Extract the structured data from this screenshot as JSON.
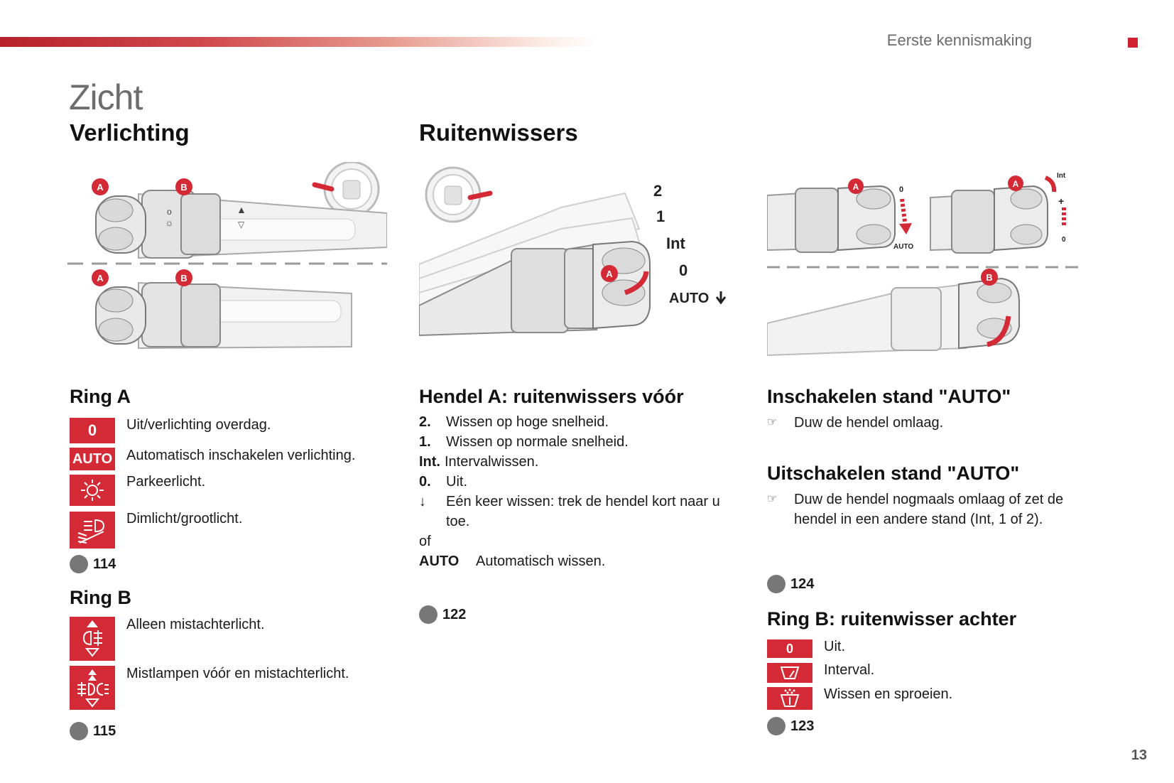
{
  "header": {
    "chapter": "Eerste kennismaking",
    "page_number": "13"
  },
  "page_title": "Zicht",
  "col1": {
    "heading": "Verlichting",
    "ring_a": {
      "title": "Ring A",
      "items": [
        {
          "badge": "0",
          "text": "Uit/verlichting overdag."
        },
        {
          "badge": "AUTO",
          "text": "Automatisch inschakelen verlichting."
        },
        {
          "icon": "parking-light-icon",
          "text": "Parkeerlicht."
        },
        {
          "icon": "dipped-main-beam-icon",
          "text": "Dimlicht/grootlicht."
        }
      ],
      "ref": "114"
    },
    "ring_b": {
      "title": "Ring B",
      "items": [
        {
          "icon": "rear-fog-light-icon",
          "text": "Alleen mistachterlicht."
        },
        {
          "icon": "front-rear-fog-light-icon",
          "text": "Mistlampen vóór en mistachterlicht."
        }
      ],
      "ref": "115"
    },
    "illus_labels": {
      "a": "A",
      "b": "B"
    }
  },
  "col2": {
    "heading": "Ruitenwissers",
    "title": "Hendel A: ruitenwissers vóór",
    "items": [
      {
        "label": "2.",
        "text": "Wissen op hoge snelheid."
      },
      {
        "label": "1.",
        "text": "Wissen op normale snelheid."
      },
      {
        "label": "Int.",
        "text": "Intervalwissen."
      },
      {
        "label": "0.",
        "text": "Uit."
      },
      {
        "label": "↓",
        "text": "Eén keer wissen: trek de hendel kort naar u toe."
      }
    ],
    "of": "of",
    "auto": {
      "label": "AUTO",
      "text": "Automatisch wissen."
    },
    "ref": "122",
    "illus_labels": {
      "s2": "2",
      "s1": "1",
      "int": "Int",
      "s0": "0",
      "auto": "AUTO",
      "a": "A"
    }
  },
  "col3": {
    "auto_on": {
      "title": "Inschakelen stand \"AUTO\"",
      "text": "Duw de hendel omlaag."
    },
    "auto_off": {
      "title": "Uitschakelen stand \"AUTO\"",
      "text": "Duw de hendel nogmaals omlaag of zet de hendel in een andere stand (Int, 1 of 2)."
    },
    "ref1": "124",
    "ring_b": {
      "title": "Ring B: ruitenwisser achter",
      "items": [
        {
          "badge": "0",
          "text": "Uit."
        },
        {
          "icon": "rear-wiper-interval-icon",
          "text": "Interval."
        },
        {
          "icon": "rear-wiper-wash-icon",
          "text": "Wissen en sproeien."
        }
      ],
      "ref": "123"
    },
    "illus_labels": {
      "a": "A",
      "b": "B",
      "s0": "0",
      "int": "Int",
      "plus": "+",
      "auto": "AUTO"
    }
  },
  "colors": {
    "accent": "#d42a35",
    "title_grey": "#6d6d6d"
  }
}
